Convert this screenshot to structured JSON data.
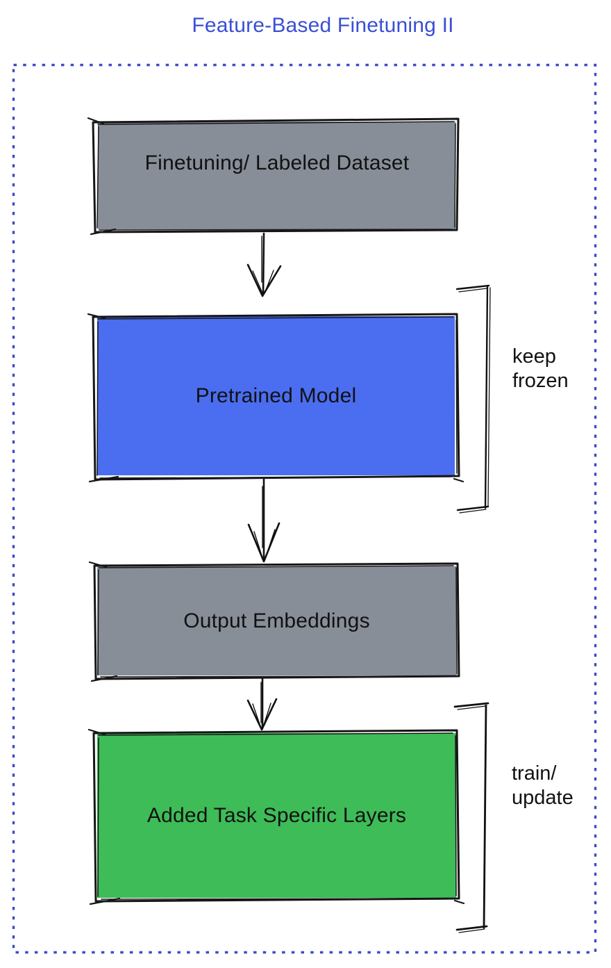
{
  "title": {
    "text": "Feature-Based Finetuning II",
    "color": "#3a4fd4"
  },
  "frame": {
    "border_color": "#3c4bc9",
    "border_style": "dotted"
  },
  "flow": {
    "boxes": [
      {
        "id": "finetuning-dataset",
        "label": "Finetuning/ Labeled Dataset",
        "fill": "#878e97"
      },
      {
        "id": "pretrained-model",
        "label": "Pretrained Model",
        "fill": "#4b6df0"
      },
      {
        "id": "output-embeddings",
        "label": "Output Embeddings",
        "fill": "#878e97"
      },
      {
        "id": "task-specific-layers",
        "label": "Added Task Specific Layers",
        "fill": "#3ebc57"
      }
    ],
    "connections": [
      {
        "from": "finetuning-dataset",
        "to": "pretrained-model"
      },
      {
        "from": "pretrained-model",
        "to": "output-embeddings"
      },
      {
        "from": "output-embeddings",
        "to": "task-specific-layers"
      }
    ],
    "annotations": [
      {
        "id": "keep-frozen",
        "lines": [
          "keep",
          "frozen"
        ],
        "attached_to": "pretrained-model"
      },
      {
        "id": "train-update",
        "lines": [
          "train/",
          "update"
        ],
        "attached_to": "task-specific-layers"
      }
    ]
  },
  "colors": {
    "box_outline": "#161616",
    "label_text": "#111111",
    "gray": "#878e97",
    "blue": "#4b6df0",
    "green": "#3ebc57"
  }
}
